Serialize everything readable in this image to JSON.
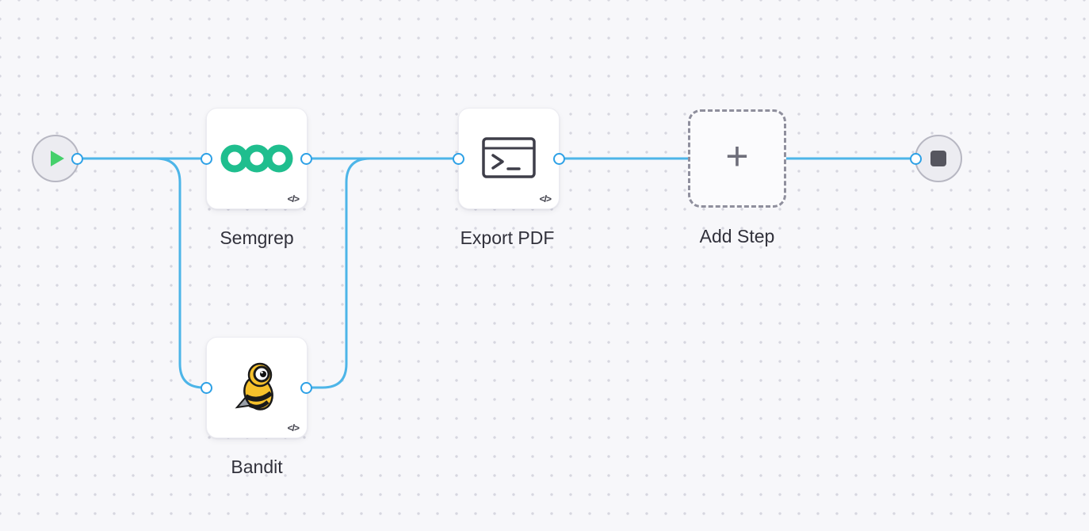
{
  "canvas": {
    "type": "workflow-editor-canvas",
    "background_color": "#f7f7fa",
    "grid_dot_color": "#d6d6df"
  },
  "colors": {
    "wire_blue": "#4db5e8",
    "port_border_blue": "#2ea1e6",
    "semgrep_green": "#1fbe8e",
    "bandit_yellow": "#f6c12b",
    "play_green": "#45d06b",
    "stop_gray": "#56565f"
  },
  "nodes": {
    "start": {
      "icon": "play-icon"
    },
    "semgrep": {
      "label": "Semgrep",
      "icon": "semgrep-logo",
      "code_badge": "</>"
    },
    "bandit": {
      "label": "Bandit",
      "icon": "bandit-mascot-logo",
      "code_badge": "</>"
    },
    "export_pdf": {
      "label": "Export PDF",
      "icon": "terminal-icon",
      "code_badge": "</>"
    },
    "add_step": {
      "label": "Add Step",
      "icon": "plus-icon",
      "plus_glyph": "+"
    },
    "end": {
      "icon": "stop-icon"
    }
  },
  "connections": [
    {
      "from": "start",
      "to": "semgrep"
    },
    {
      "from": "start",
      "to": "bandit"
    },
    {
      "from": "semgrep",
      "to": "export_pdf"
    },
    {
      "from": "bandit",
      "to": "export_pdf"
    },
    {
      "from": "export_pdf",
      "to": "end"
    }
  ]
}
